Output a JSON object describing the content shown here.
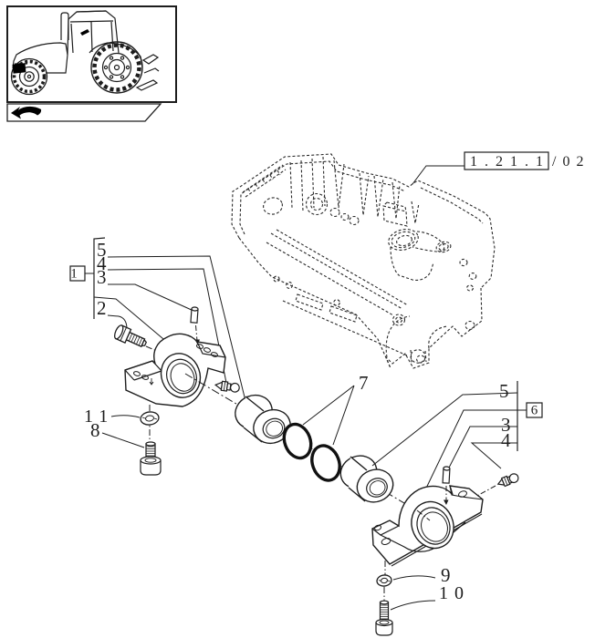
{
  "page": {
    "background": "#ffffff",
    "ink": "#1d1d1d"
  },
  "thumbnail": {
    "icon": "tractor-side-view",
    "marker_color": "#000000"
  },
  "nav": {
    "icon": "return-arrow"
  },
  "reference_callout": {
    "code": "1.21.1",
    "suffix": "/02"
  },
  "left_group": {
    "box_label": "1",
    "items": [
      "5",
      "4",
      "3",
      "2"
    ]
  },
  "right_group": {
    "box_label": "6",
    "items": [
      "5",
      "3",
      "4"
    ]
  },
  "callouts": {
    "orings": "7",
    "left_bolt": "8",
    "right_washer": "9",
    "right_bolt": "10",
    "left_washer": "11"
  }
}
